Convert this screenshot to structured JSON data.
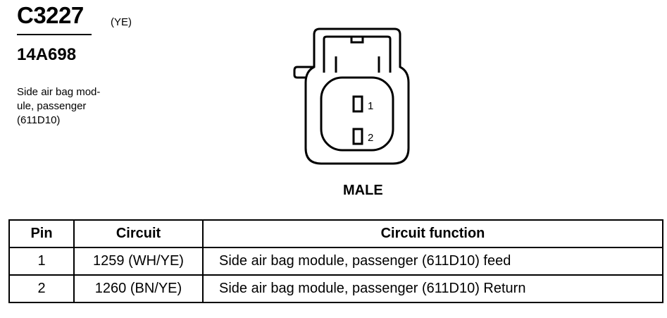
{
  "header": {
    "connector_id": "C3227",
    "color_code": "(YE)",
    "part_number": "14A698",
    "description_lines": [
      "Side air bag mod-",
      "ule, passenger",
      "(611D10)"
    ]
  },
  "connector": {
    "pin_labels": [
      "1",
      "2"
    ],
    "gender": "MALE"
  },
  "table": {
    "headers": [
      "Pin",
      "Circuit",
      "Circuit function"
    ],
    "rows": [
      [
        "1",
        "1259 (WH/YE)",
        "Side air bag module, passenger (611D10) feed"
      ],
      [
        "2",
        "1260 (BN/YE)",
        "Side air bag module, passenger (611D10) Return"
      ]
    ]
  }
}
